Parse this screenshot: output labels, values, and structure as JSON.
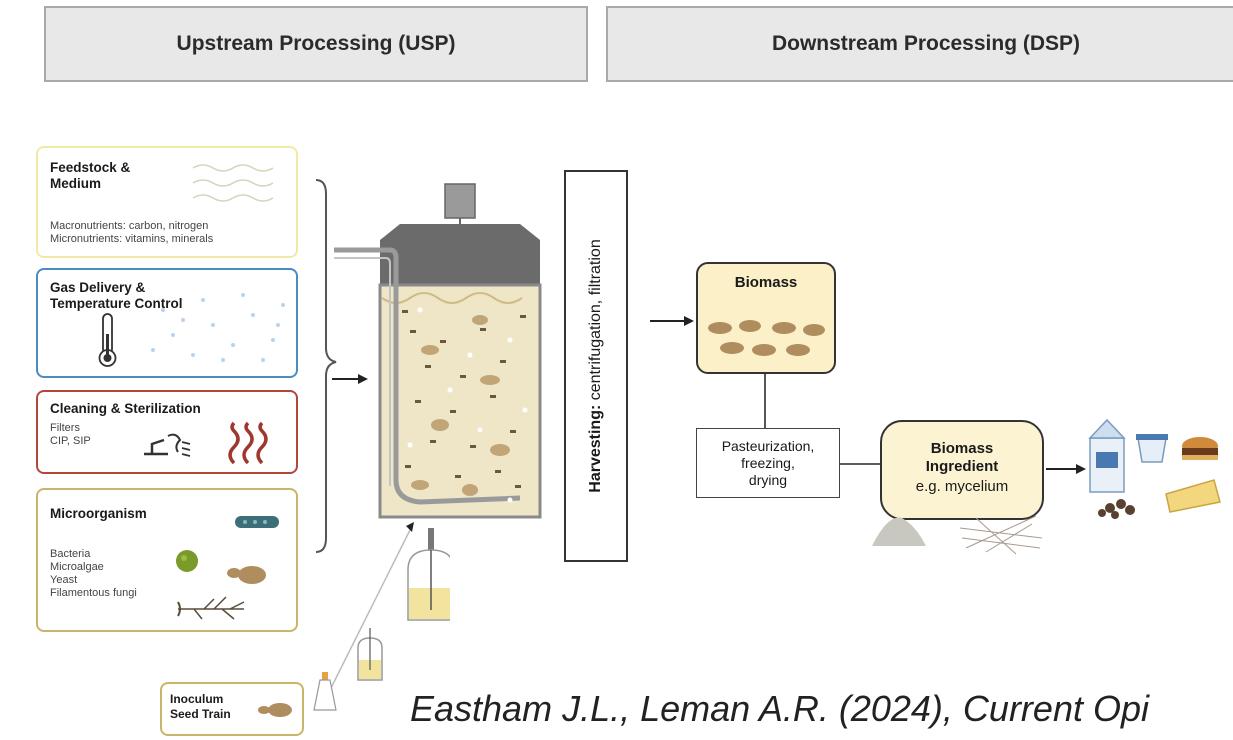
{
  "headers": {
    "usp": "Upstream Processing (USP)",
    "dsp": "Downstream Processing (DSP)"
  },
  "inputs": {
    "feedstock": {
      "title": "Feedstock &\nMedium",
      "line1": "Macronutrients: carbon, nitrogen",
      "line2": "Micronutrients: vitamins, minerals"
    },
    "gas": {
      "title": "Gas Delivery &\nTemperature Control"
    },
    "cleaning": {
      "title": "Cleaning & Sterilization",
      "line1": "Filters",
      "line2": "CIP, SIP"
    },
    "microorganism": {
      "title": "Microorganism",
      "items": [
        "Bacteria",
        "Microalgae",
        "Yeast",
        "Filamentous fungi"
      ]
    }
  },
  "harvesting": {
    "bold": "Harvesting:",
    "rest": " centrifugation, filtration"
  },
  "biomass": {
    "title": "Biomass"
  },
  "processing": {
    "text": "Pasteurization,\nfreezing,\ndrying"
  },
  "ingredient": {
    "title": "Biomass\nIngredient",
    "example": "e.g. mycelium"
  },
  "inoculum": {
    "title": "Inoculum\nSeed Train"
  },
  "citation": "Eastham J.L., Leman A.R. (2024), Current Opi",
  "colors": {
    "feedstock": "#f3e9a6",
    "gas": "#4a8cc4",
    "cleaning": "#b5453c",
    "microorganism": "#c9b56a",
    "broth": "#efe6c8",
    "biomass_fill": "#fbf0c8",
    "ingredient_fill": "#fbf3d2",
    "tank_top": "#6b6b6b"
  }
}
